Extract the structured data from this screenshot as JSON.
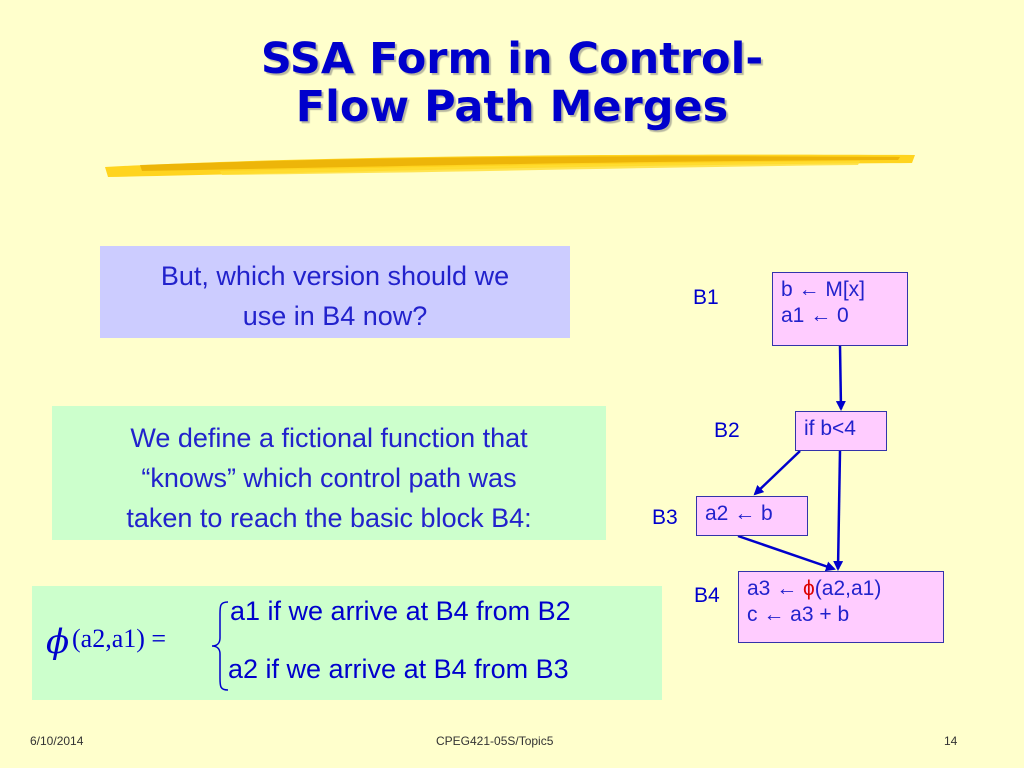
{
  "title": {
    "line1": "SSA Form in Control-",
    "line2": "Flow Path Merges"
  },
  "callout": {
    "line1": "But,  which version should we",
    "line2": "use in B4 now?"
  },
  "definition": {
    "line1": "We define a fictional function that",
    "line2": "“knows” which control path was",
    "line3": "taken to reach the basic block B4:"
  },
  "formula": {
    "phi_symbol": "ϕ",
    "phi_args": "(a2,a1) =",
    "case1": "a1 if  we arrive at B4 from B2",
    "case2": "a2 if  we arrive at B4 from B3"
  },
  "cfg": {
    "b1": {
      "label": "B1",
      "line1": "b ← M[x]",
      "line2": "a1 ← 0"
    },
    "b2": {
      "label": "B2",
      "line1": "if b<4"
    },
    "b3": {
      "label": "B3",
      "line1": "a2 ← b"
    },
    "b4": {
      "label": "B4",
      "line1_pre": "a3 ← ",
      "line1_phi": "ϕ",
      "line1_post": "(a2,a1)",
      "line2": "c ← a3 + b"
    }
  },
  "footer": {
    "date": "6/10/2014",
    "course": "CPEG421-05S/Topic5",
    "page": "14"
  },
  "colors": {
    "background": "#ffffcc",
    "text_blue": "#0000cc",
    "callout_bg": "#ccccff",
    "definition_bg": "#ccffcc",
    "node_bg": "#ffccff",
    "phi_red": "#dd0000",
    "brush_yellow": "#ffcc00"
  }
}
